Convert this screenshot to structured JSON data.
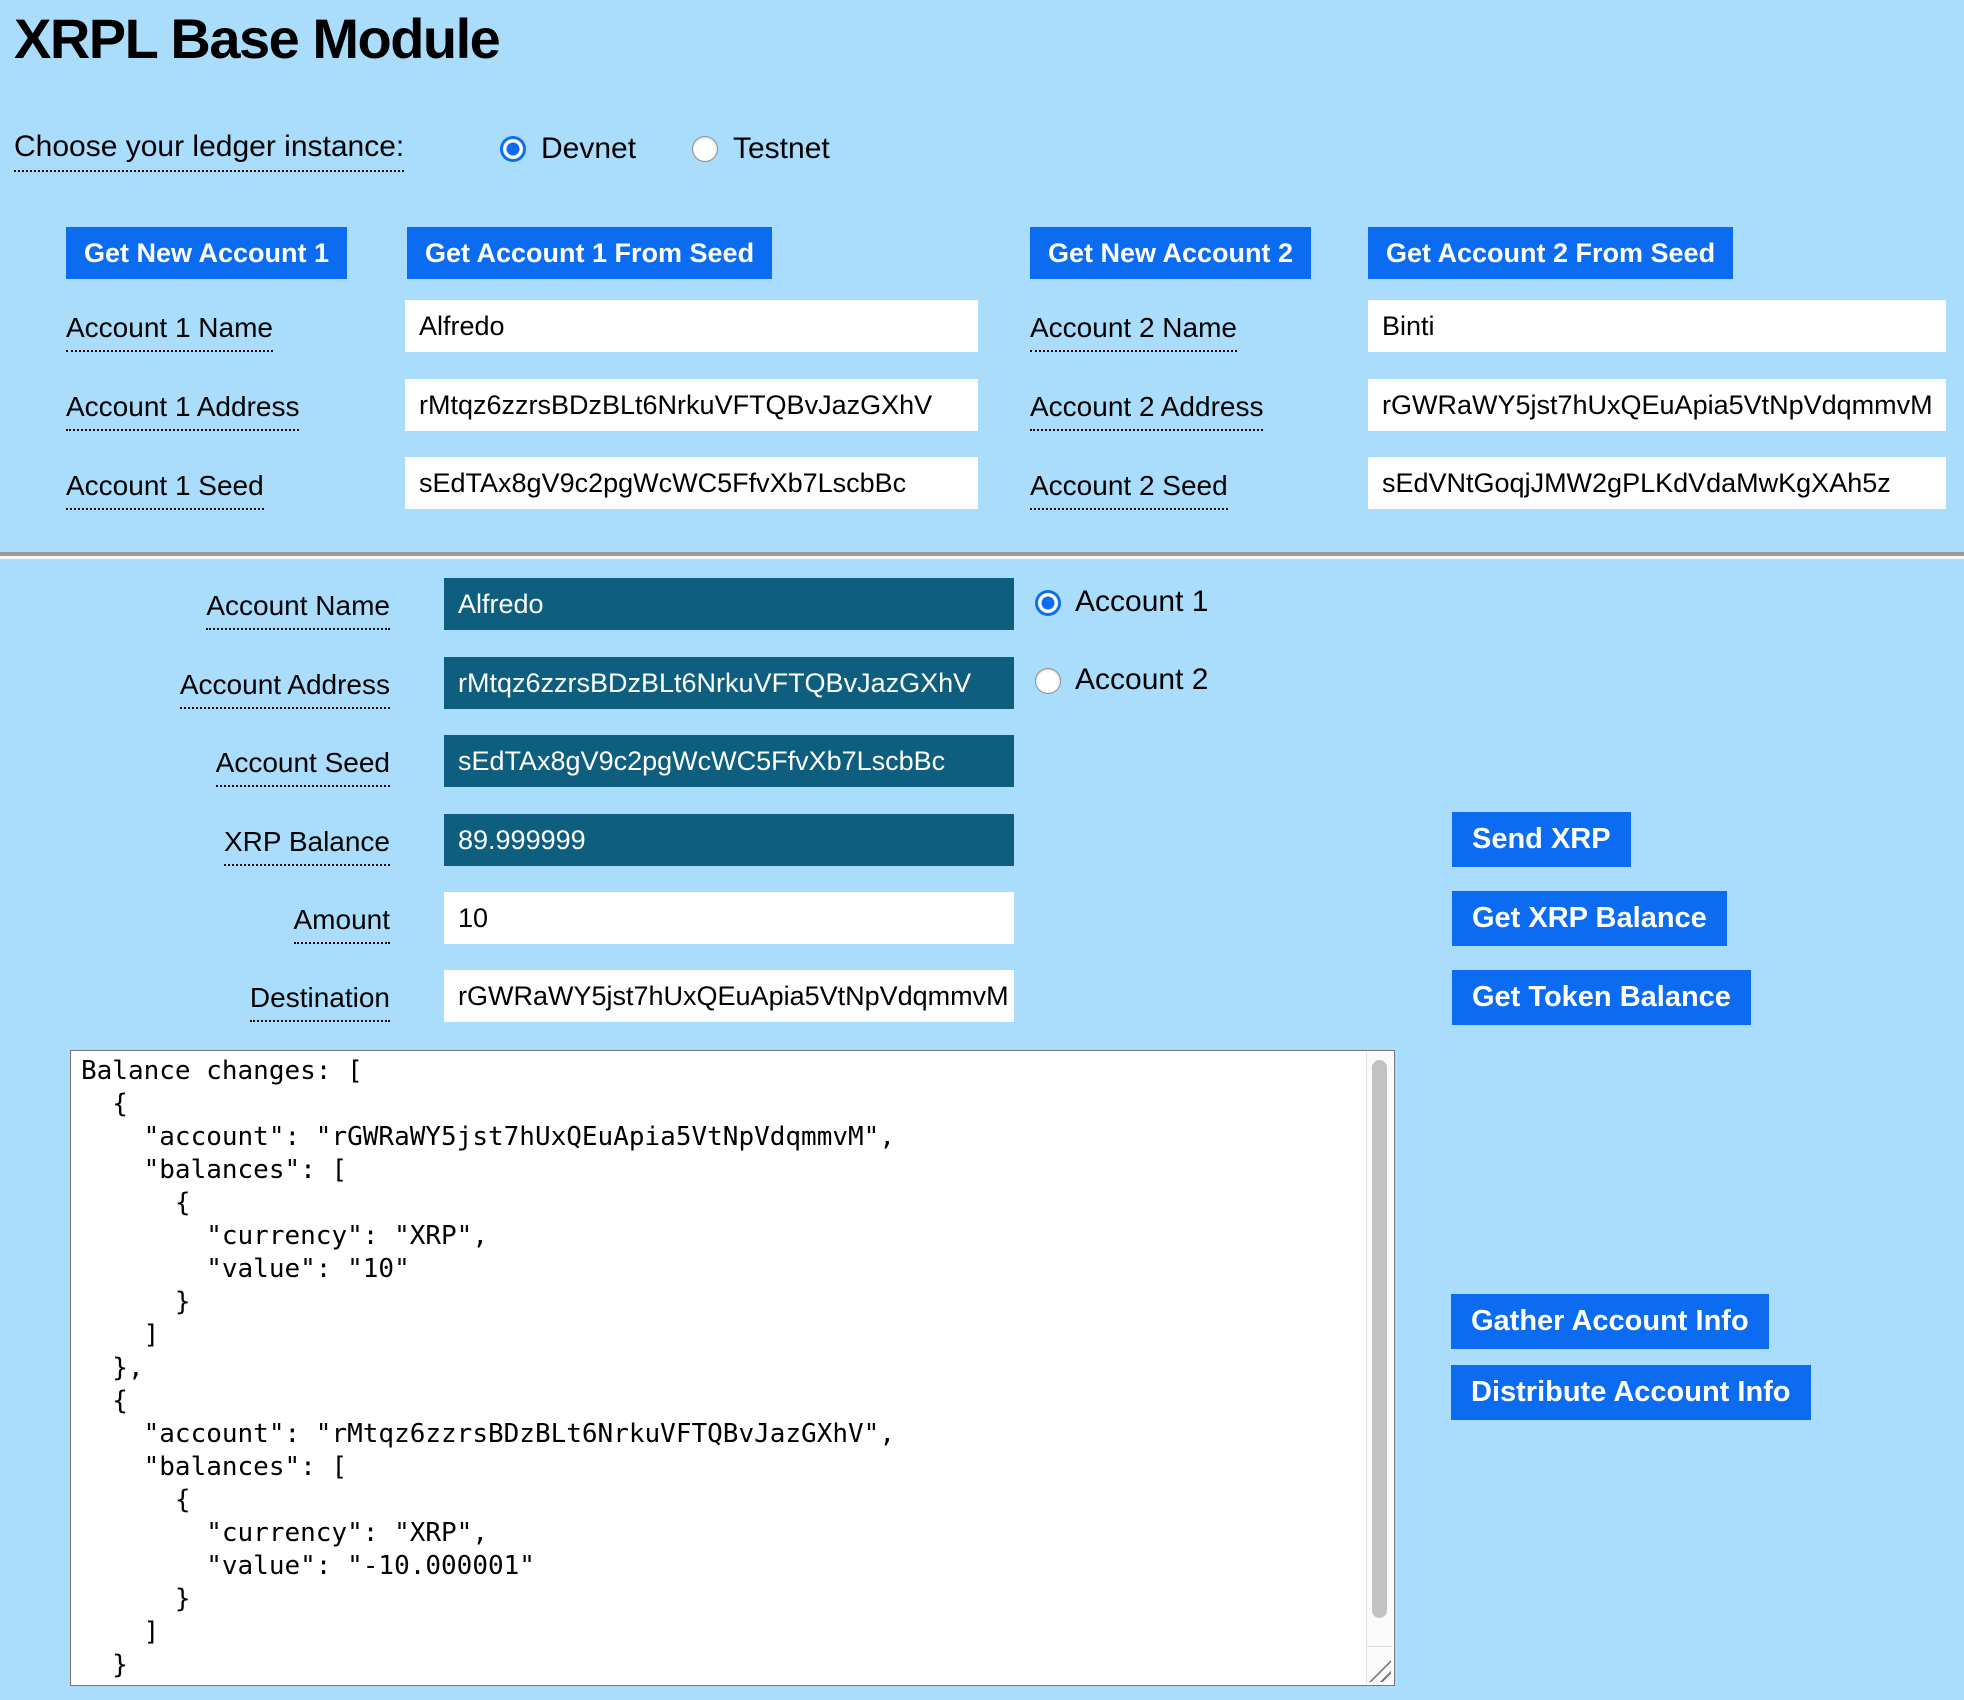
{
  "title": "XRPL Base Module",
  "ledger": {
    "label": "Choose your ledger instance:",
    "devnet": "Devnet",
    "testnet": "Testnet"
  },
  "accounts": {
    "btn_new1": "Get New Account 1",
    "btn_seed1": "Get Account 1 From Seed",
    "btn_new2": "Get New Account 2",
    "btn_seed2": "Get Account 2 From Seed",
    "a1": {
      "name_label": "Account 1 Name",
      "name": "Alfredo",
      "address_label": "Account 1 Address",
      "address": "rMtqz6zzrsBDzBLt6NrkuVFTQBvJazGXhV",
      "seed_label": "Account 1 Seed",
      "seed": "sEdTAx8gV9c2pgWcWC5FfvXb7LscbBc"
    },
    "a2": {
      "name_label": "Account 2 Name",
      "name": "Binti",
      "address_label": "Account 2 Address",
      "address": "rGWRaWY5jst7hUxQEuApia5VtNpVdqmmvM",
      "seed_label": "Account 2 Seed",
      "seed": "sEdVNtGoqjJMW2gPLKdVdaMwKgXAh5z"
    }
  },
  "active": {
    "name_label": "Account Name",
    "name": "Alfredo",
    "address_label": "Account Address",
    "address": "rMtqz6zzrsBDzBLt6NrkuVFTQBvJazGXhV",
    "seed_label": "Account Seed",
    "seed": "sEdTAx8gV9c2pgWcWC5FfvXb7LscbBc",
    "balance_label": "XRP Balance",
    "balance": "89.999999",
    "amount_label": "Amount",
    "amount": "10",
    "destination_label": "Destination",
    "destination": "rGWRaWY5jst7hUxQEuApia5VtNpVdqmmvM",
    "radio1": "Account 1",
    "radio2": "Account 2"
  },
  "buttons": {
    "send_xrp": "Send XRP",
    "get_xrp_balance": "Get XRP Balance",
    "get_token_balance": "Get Token Balance",
    "gather": "Gather Account Info",
    "distribute": "Distribute Account Info"
  },
  "results": "Balance changes: [\n  {\n    \"account\": \"rGWRaWY5jst7hUxQEuApia5VtNpVdqmmvM\",\n    \"balances\": [\n      {\n        \"currency\": \"XRP\",\n        \"value\": \"10\"\n      }\n    ]\n  },\n  {\n    \"account\": \"rMtqz6zzrsBDzBLt6NrkuVFTQBvJazGXhV\",\n    \"balances\": [\n      {\n        \"currency\": \"XRP\",\n        \"value\": \"-10.000001\"\n      }\n    ]\n  }",
  "colors": {
    "background": "#a9ddfb",
    "button_blue": "#0b6cf2",
    "field_teal": "#0e5f7f"
  }
}
